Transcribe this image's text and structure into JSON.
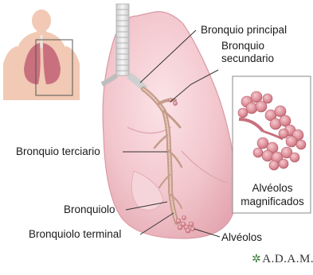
{
  "labels": {
    "bronquio_principal": "Bronquio principal",
    "bronquio_secundario_l1": "Bronquio",
    "bronquio_secundario_l2": "secundario",
    "bronquio_terciario": "Bronquio terciario",
    "bronquiolo": "Bronquiolo",
    "bronquiolo_terminal": "Bronquiolo terminal",
    "alveolos": "Alvéolos"
  },
  "inset": {
    "caption_l1": "Alvéolos",
    "caption_l2": "magnificados"
  },
  "logo": {
    "mark": "✲",
    "text": "A.D.A.M."
  },
  "colors": {
    "lung_fill": "#f2c6cc",
    "lung_edge": "#d99aa4",
    "trachea": "#e9e9e9",
    "bronchi": "#caa08f",
    "alveoli": "#d8848e",
    "leader_line": "#333333"
  }
}
